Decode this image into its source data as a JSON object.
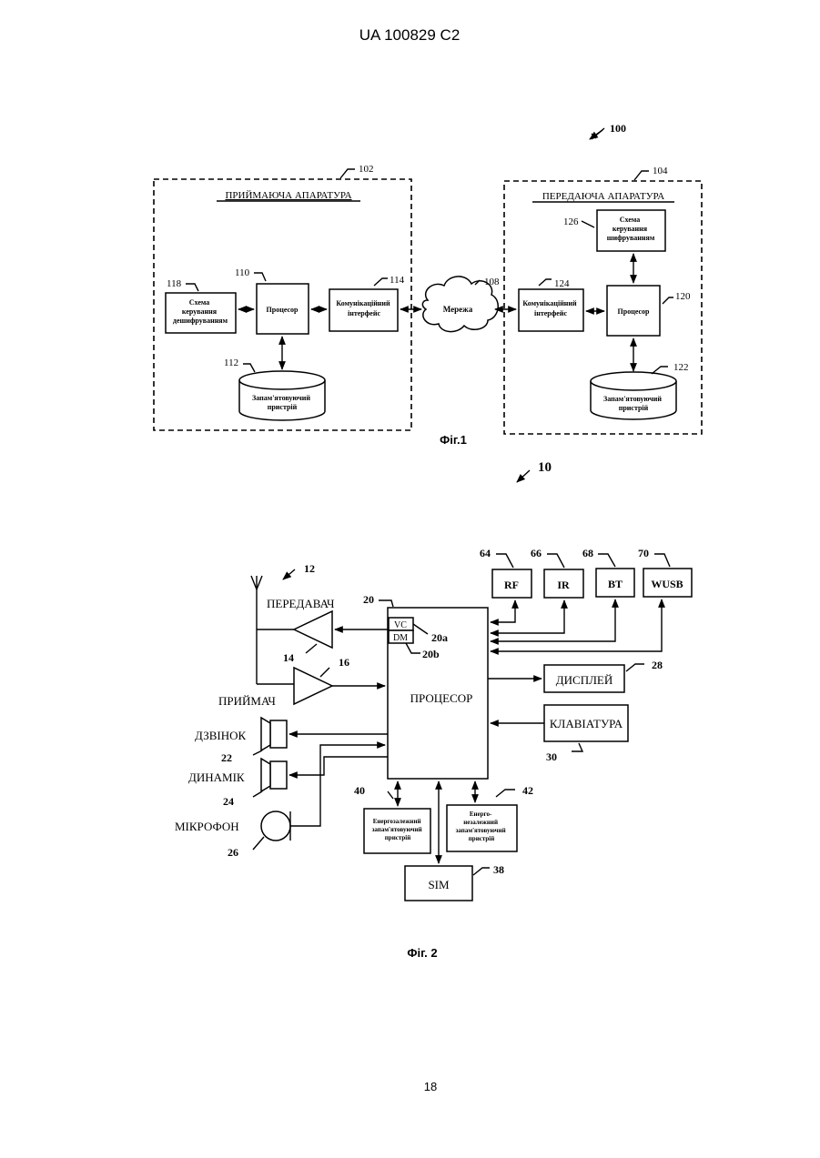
{
  "header": {
    "patent_id": "UA   100829   C2"
  },
  "footer": {
    "page_number": "18"
  },
  "fig1": {
    "caption": "Фіг.1",
    "ref_system": "100",
    "receiver": {
      "ref": "102",
      "title": "ПРИЙМАЮЧА АПАРАТУРА",
      "decrypt_ctrl": {
        "ref": "118",
        "lines": [
          "Схема",
          "керування",
          "дешифруванням"
        ]
      },
      "processor": {
        "ref": "110",
        "label": "Процесор"
      },
      "comm_if": {
        "ref": "114",
        "lines": [
          "Комунікаційний",
          "інтерфейс"
        ]
      },
      "storage": {
        "ref": "112",
        "lines": [
          "Запам'ятовуючий",
          "пристрій"
        ]
      }
    },
    "network": {
      "ref": "108",
      "label": "Мережа"
    },
    "transmitter": {
      "ref": "104",
      "title": "ПЕРЕДАЮЧА  АПАРАТУРА",
      "encrypt_ctrl": {
        "ref": "126",
        "lines": [
          "Схема",
          "керування",
          "шифруванням"
        ]
      },
      "comm_if": {
        "ref": "124",
        "lines": [
          "Комунікаційний",
          "інтерфейс"
        ]
      },
      "processor": {
        "ref": "120",
        "label": "Процесор"
      },
      "storage": {
        "ref": "122",
        "lines": [
          "Запам'ятовуючий",
          "пристрій"
        ]
      }
    }
  },
  "fig2": {
    "caption": "Фіг. 2",
    "ref_device": "10",
    "antenna_ref": "12",
    "transmitter": {
      "label": "ПЕРЕДАВАЧ",
      "ref": "14"
    },
    "receiver": {
      "label": "ПРИЙМАЧ",
      "ref": "16"
    },
    "ringer": {
      "label": "ДЗВІНОК",
      "ref": "22"
    },
    "speaker": {
      "label": "ДИНАМІК",
      "ref": "24"
    },
    "microphone": {
      "label": "МІКРОФОН",
      "ref": "26"
    },
    "processor": {
      "label": "ПРОЦЕСОР",
      "ref": "20",
      "vc": "VC",
      "vc_ref": "20a",
      "dm": "DM",
      "dm_ref": "20b"
    },
    "rf": {
      "label": "RF",
      "ref": "64"
    },
    "ir": {
      "label": "IR",
      "ref": "66"
    },
    "bt": {
      "label": "BT",
      "ref": "68"
    },
    "wusb": {
      "label": "WUSB",
      "ref": "70"
    },
    "display": {
      "label": "ДИСПЛЕЙ",
      "ref": "28"
    },
    "keypad": {
      "label": "КЛАВІАТУРА",
      "ref": "30"
    },
    "volatile_mem": {
      "ref": "40",
      "lines": [
        "Енергозалежний",
        "запам'ятовуючий",
        "пристрій"
      ]
    },
    "nonvolatile_mem": {
      "ref": "42",
      "lines": [
        "Енерго-",
        "незалежний",
        "запам'ятовуючий",
        "пристрій"
      ]
    },
    "sim": {
      "label": "SIM",
      "ref": "38"
    }
  }
}
